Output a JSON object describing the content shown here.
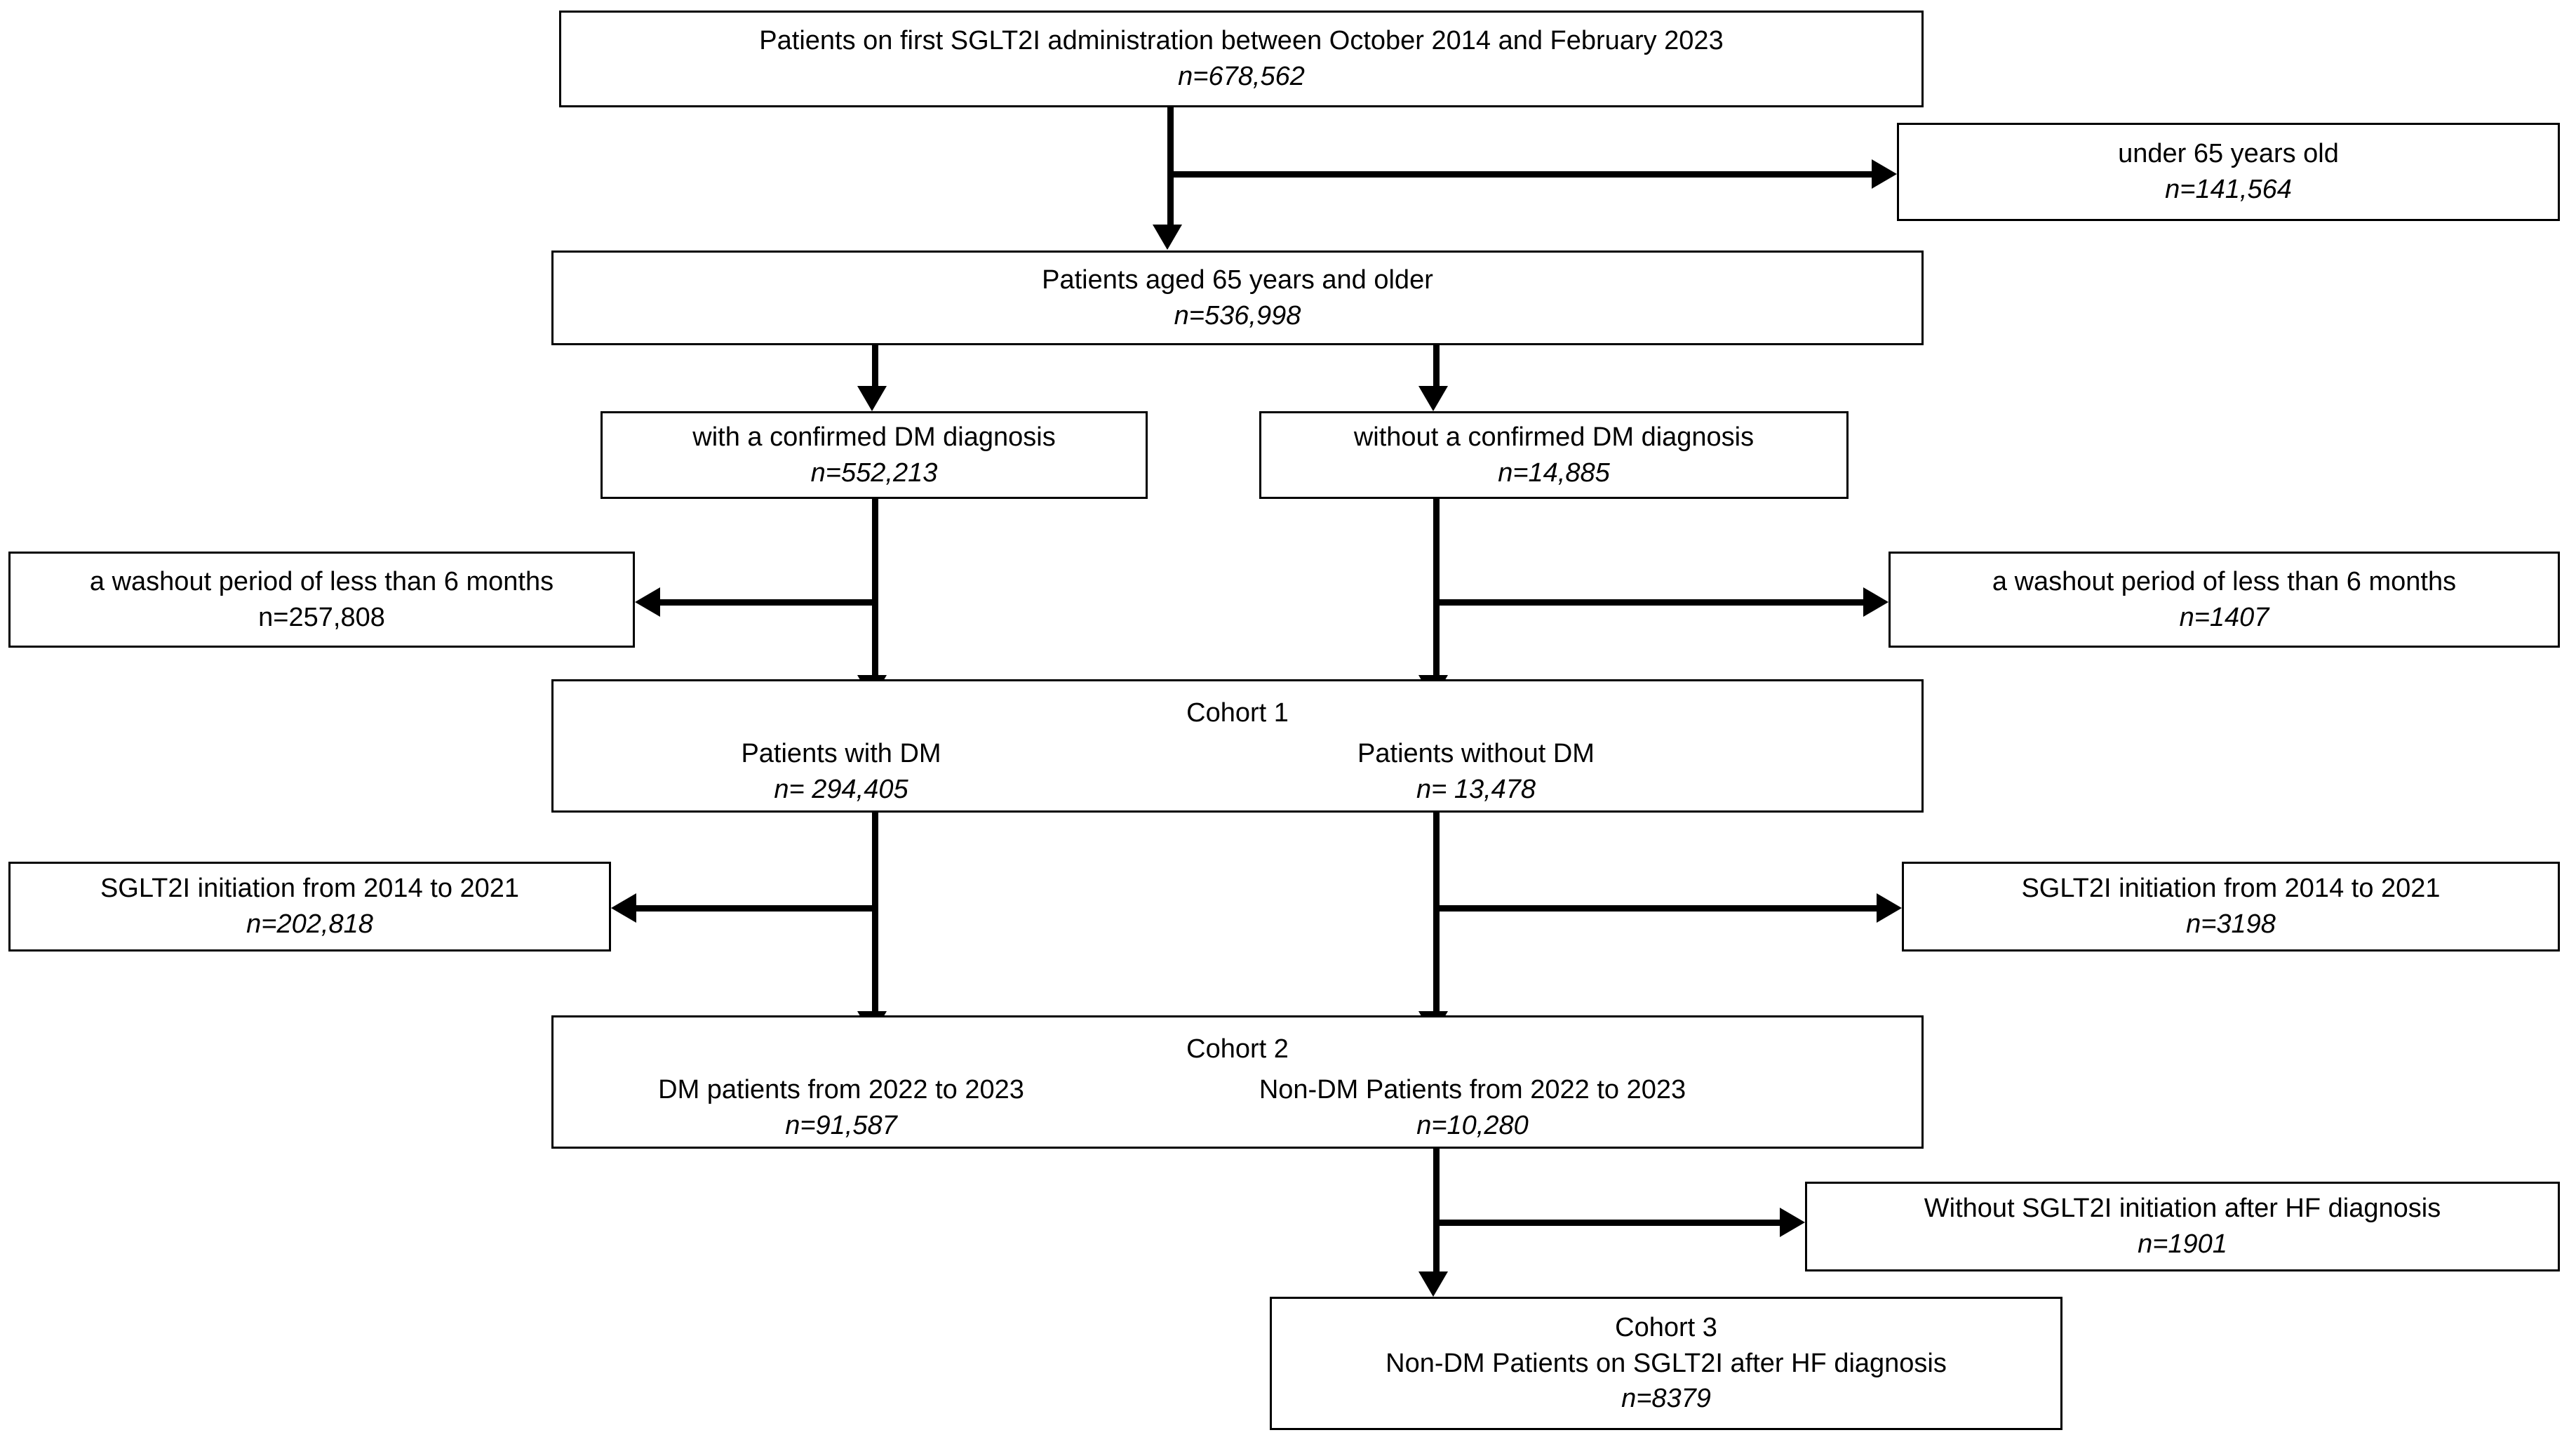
{
  "figure": {
    "type": "flowchart",
    "title": "Patient selection flow diagram for SGLT2I cohorts",
    "colors": {
      "line": "#000000",
      "box_fill": "#ffffff",
      "text": "#000000"
    }
  },
  "nodes": {
    "source": {
      "line1": "Patients on first SGLT2I administration between October 2014 and February 2023",
      "line2": "n=678,562"
    },
    "excluded_under65": {
      "line1": "under 65 years old",
      "line2": "n=141,564"
    },
    "aged65": {
      "line1": "Patients aged 65 years and older",
      "line2": "n=536,998"
    },
    "with_dm": {
      "line1": "with a confirmed DM diagnosis",
      "line2": "n=552,213"
    },
    "without_dm": {
      "line1": "without a confirmed DM diagnosis",
      "line2": "n=14,885"
    },
    "washout_left": {
      "line1": "a washout period of less than 6 months",
      "line2": "n=257,808"
    },
    "washout_right": {
      "line1": "a washout period of less than 6 months",
      "line2": "n=1407"
    },
    "cohort1": {
      "caption": "Cohort 1",
      "left_line1": "Patients with DM",
      "left_line2": "n= 294,405",
      "right_line1": "Patients without DM",
      "right_line2": "n= 13,478"
    },
    "init_left": {
      "line1": "SGLT2I initiation from 2014 to 2021",
      "line2": "n=202,818"
    },
    "init_right": {
      "line1": "SGLT2I initiation from 2014 to 2021",
      "line2": "n=3198"
    },
    "cohort2": {
      "caption": "Cohort 2",
      "left_line1": "DM patients from 2022 to 2023",
      "left_line2": "n=91,587",
      "right_line1": "Non-DM Patients from 2022 to 2023",
      "right_line2": "n=10,280"
    },
    "without_init_hf": {
      "line1": "Without SGLT2I initiation after HF diagnosis",
      "line2": "n=1901"
    },
    "cohort3": {
      "caption": "Cohort 3",
      "line1": "Non-DM Patients on SGLT2I after HF diagnosis",
      "line2": "n=8379"
    }
  },
  "chart_data": {
    "type": "flow",
    "title": "Patient selection flow diagram",
    "steps": [
      {
        "label": "Patients on first SGLT2I administration between October 2014 and February 2023",
        "n": 678562
      },
      {
        "label": "under 65 years old (excluded)",
        "n": 141564
      },
      {
        "label": "Patients aged 65 years and older",
        "n": 536998
      },
      {
        "label": "with a confirmed DM diagnosis",
        "n": 552213
      },
      {
        "label": "without a confirmed DM diagnosis",
        "n": 14885
      },
      {
        "label": "a washout period of less than 6 months (excluded, DM arm)",
        "n": 257808
      },
      {
        "label": "a washout period of less than 6 months (excluded, non-DM arm)",
        "n": 1407
      },
      {
        "label": "Cohort 1 - Patients with DM",
        "n": 294405
      },
      {
        "label": "Cohort 1 - Patients without DM",
        "n": 13478
      },
      {
        "label": "SGLT2I initiation from 2014 to 2021 (excluded, DM arm)",
        "n": 202818
      },
      {
        "label": "SGLT2I initiation from 2014 to 2021 (excluded, non-DM arm)",
        "n": 3198
      },
      {
        "label": "Cohort 2 - DM patients from 2022 to 2023",
        "n": 91587
      },
      {
        "label": "Cohort 2 - Non-DM Patients from 2022 to 2023",
        "n": 10280
      },
      {
        "label": "Without SGLT2I initiation after HF diagnosis (excluded)",
        "n": 1901
      },
      {
        "label": "Cohort 3 - Non-DM Patients on SGLT2I after HF diagnosis",
        "n": 8379
      }
    ]
  }
}
